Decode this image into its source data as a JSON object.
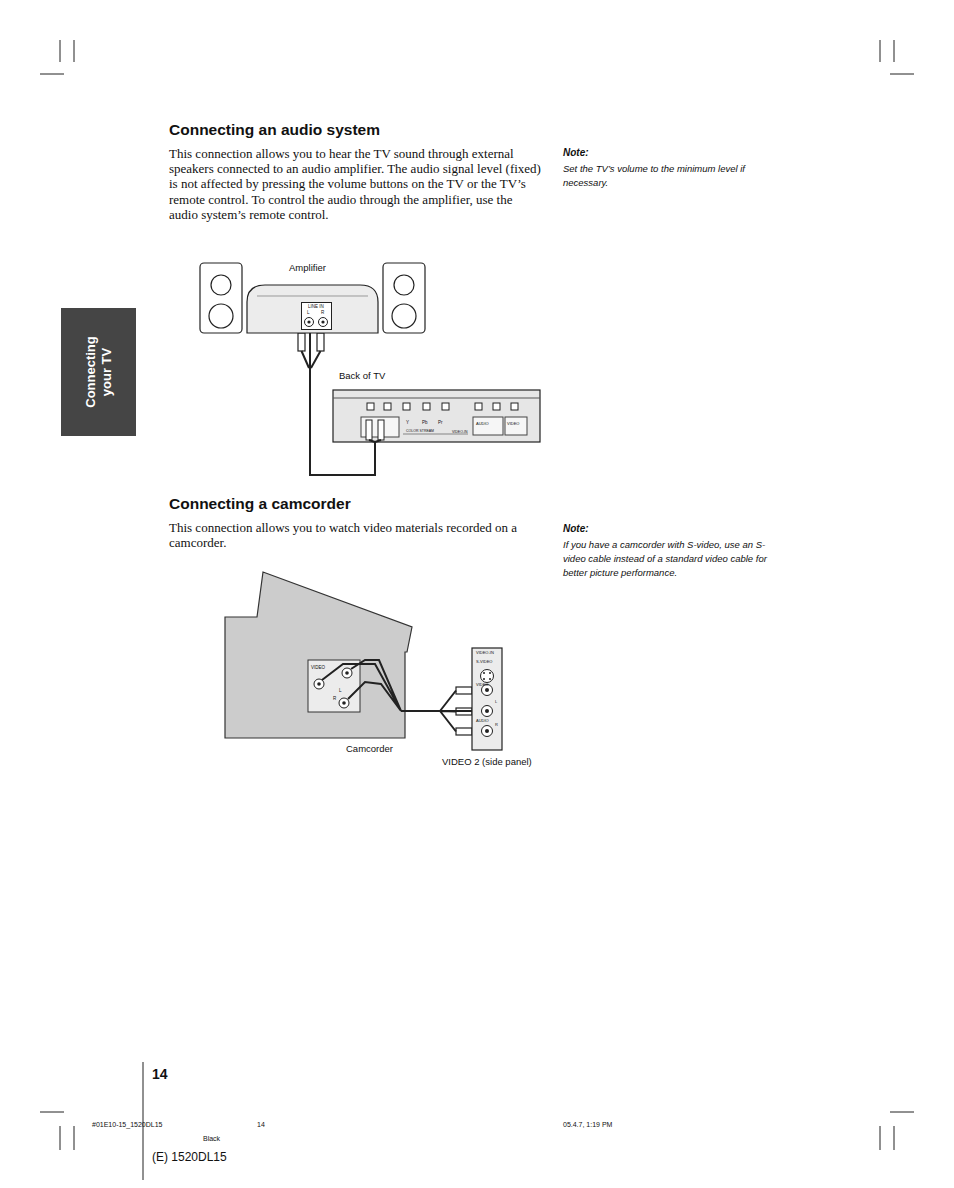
{
  "diagram": {
    "nodes": [
      {
        "text": [
          "Connecting your TV"
        ]
      },
      {
        "text": [
          "Amplifier"
        ]
      },
      {
        "text": [
          "LINE IN",
          "L",
          "R"
        ],
        "in": 1
      },
      {
        "text": [
          "Back of TV"
        ]
      },
      {
        "text": [
          "Camcorder"
        ]
      },
      {
        "text": [
          "VIDEO 2 (side panel)"
        ]
      }
    ],
    "edges": [
      {
        "from": 1,
        "to": 3,
        "arrow": "none"
      },
      {
        "from": 4,
        "to": 5,
        "arrow": "none"
      }
    ],
    "labels": [
      "Connecting an audio system",
      "This connection allows you to hear the TV sound through external speakers connected to an audio amplifier. The audio signal level (fixed) is not affected by pressing the volume buttons on the TV or the TV’s remote control. To control the audio through the amplifier, use the audio system’s remote control.",
      "Note:",
      "Set the TV’s volume to the minimum level if necessary.",
      "Connecting a camcorder",
      "This connection allows you to watch video materials recorded on a camcorder.",
      "Note:",
      "If you have a camcorder with S-video, use an S-video cable instead of a standard video cable for better picture performance.",
      "14",
      "#01E10-15_1520DL15",
      "14",
      "05.4.7, 1:19 PM",
      "Black",
      "(E) 1520DL15",
      "Y",
      "Pb",
      "Pr",
      "COLOR STREAM",
      "VIDEO-IN",
      "AUDIO",
      "VIDEO",
      "VIDEO",
      "L",
      "R",
      "VIDEO-IN",
      "S-VIDEO",
      "VIDEO",
      "L",
      "AUDIO",
      "R"
    ]
  }
}
